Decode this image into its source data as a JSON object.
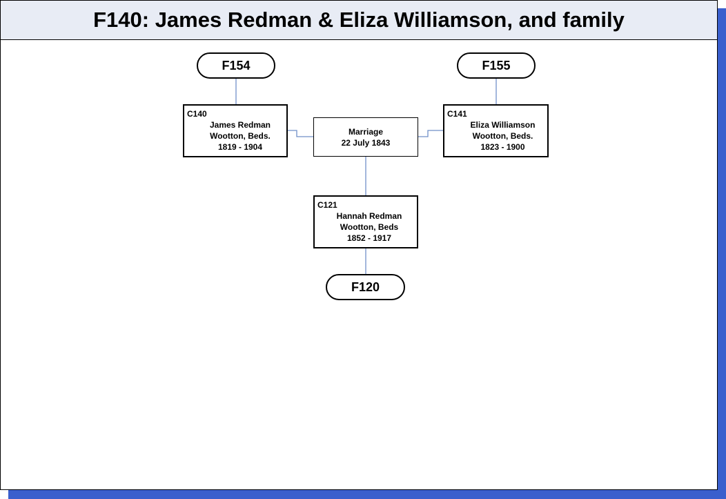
{
  "title": "F140: James Redman & Eliza Williamson, and family",
  "parents_families": {
    "father_family": "F154",
    "mother_family": "F155"
  },
  "father": {
    "code": "C140",
    "name": "James Redman",
    "place": "Wootton, Beds.",
    "dates": "1819 - 1904"
  },
  "mother": {
    "code": "C141",
    "name": "Eliza Williamson",
    "place": "Wootton, Beds.",
    "dates": "1823 - 1900"
  },
  "marriage": {
    "label": "Marriage",
    "date": "22 July 1843"
  },
  "child": {
    "code": "C121",
    "name": "Hannah Redman",
    "place": "Wootton, Beds",
    "dates": "1852 - 1917"
  },
  "child_family": "F120",
  "colors": {
    "shadow": "#3a5fcd",
    "title_bg": "#e8ecf5",
    "connector": "#6f8fc8"
  }
}
